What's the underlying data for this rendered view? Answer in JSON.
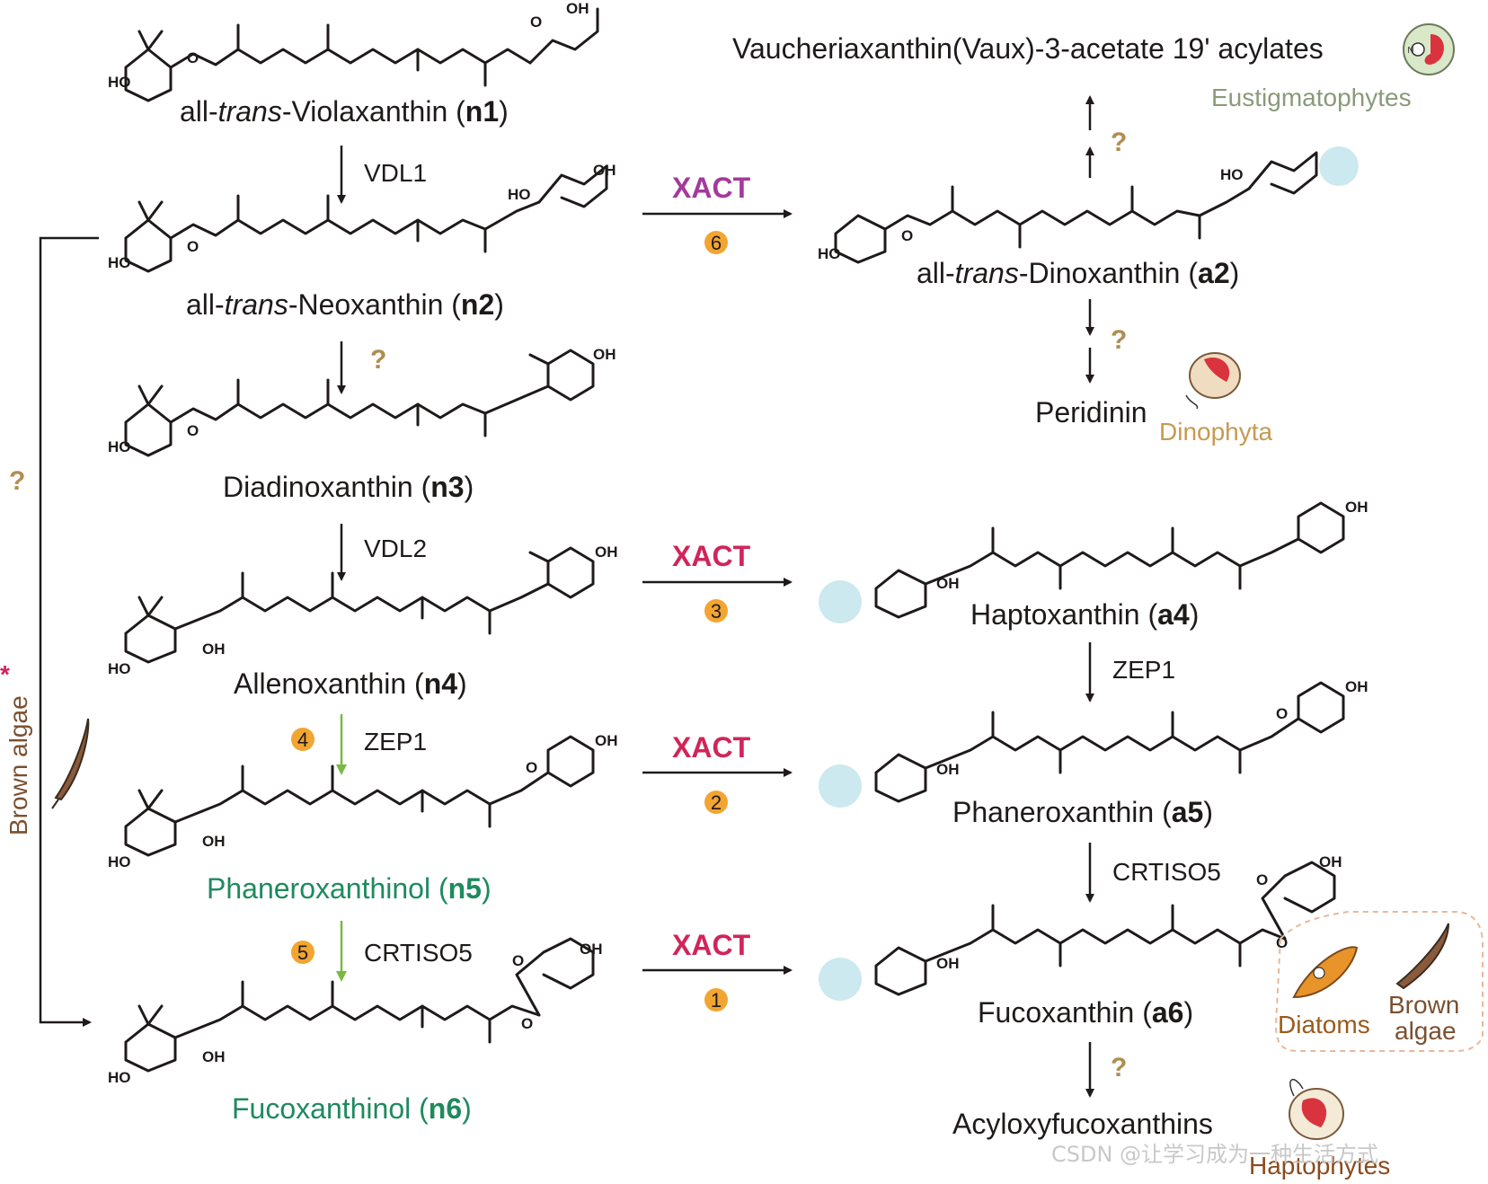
{
  "compounds": {
    "n1": {
      "prefix": "all-",
      "italic": "trans",
      "name": "-Violaxanthin (",
      "id": "n1",
      "suffix": ")"
    },
    "n2": {
      "prefix": "all-",
      "italic": "trans",
      "name": "-Neoxanthin (",
      "id": "n2",
      "suffix": ")"
    },
    "n3": {
      "name": "Diadinoxanthin (",
      "id": "n3",
      "suffix": ")"
    },
    "n4": {
      "name": "Allenoxanthin (",
      "id": "n4",
      "suffix": ")"
    },
    "n5": {
      "name": "Phaneroxanthinol (",
      "id": "n5",
      "suffix": ")"
    },
    "n6": {
      "name": "Fucoxanthinol (",
      "id": "n6",
      "suffix": ")"
    },
    "a2": {
      "prefix": "all-",
      "italic": "trans",
      "name": "-Dinoxanthin (",
      "id": "a2",
      "suffix": ")"
    },
    "a4": {
      "name": "Haptoxanthin (",
      "id": "a4",
      "suffix": ")"
    },
    "a5": {
      "name": "Phaneroxanthin (",
      "id": "a5",
      "suffix": ")"
    },
    "a6": {
      "name": "Fucoxanthin (",
      "id": "a6",
      "suffix": ")"
    },
    "vaux": "Vaucheriaxanthin(Vaux)-3-acetate 19' acylates",
    "peridinin": "Peridinin",
    "acyloxy": "Acyloxyfucoxanthins"
  },
  "enzymes": {
    "vdl1": "VDL1",
    "vdl2": "VDL2",
    "zep1_left": "ZEP1",
    "crtiso5_left": "CRTISO5",
    "zep1_right": "ZEP1",
    "crtiso5_right": "CRTISO5",
    "xact": "XACT"
  },
  "step_numbers": [
    "1",
    "2",
    "3",
    "4",
    "5",
    "6"
  ],
  "question_mark": "?",
  "atoms": {
    "ho": "HO",
    "oh": "OH",
    "o": "O",
    "n": "N"
  },
  "organisms": {
    "eustigmatophytes": "Eustigmatophytes",
    "dinophyta": "Dinophyta",
    "diatoms": "Diatoms",
    "brown_algae_1": "Brown",
    "brown_algae_2": "algae",
    "haptophytes": "Haptophytes",
    "side_brown_algae": "Brown algae",
    "asterisk": "*"
  },
  "watermark": "CSDN @让学习成为一种生活方式",
  "colors": {
    "xact_magenta": "#d0255a",
    "xact_purple": "#a33a9c",
    "question_gold": "#b08d50",
    "circle_orange": "#f2a531",
    "green_label": "#1f8a5e",
    "green_arrow": "#7ab845",
    "acetate_highlight": "#a9dbe3",
    "eustig_color": "#8a9a7a",
    "dino_color": "#c69a52",
    "diatom_color": "#9a5a1c",
    "brown_color": "#7a5030",
    "hapto_color": "#8a4a1c"
  }
}
